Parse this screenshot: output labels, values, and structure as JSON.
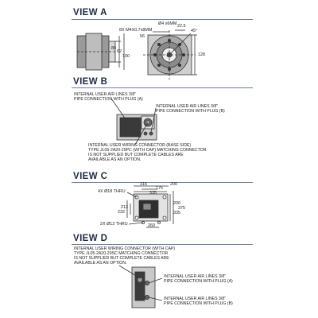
{
  "views": {
    "a": {
      "title": "VIEW A",
      "dims": {
        "bore": "Ø4 x6MM",
        "bolt": "8X M4X0.7x8MM",
        "pcd": "22.5",
        "angle": "45°",
        "d56": "56",
        "h80": "80",
        "h62": "62",
        "h100": "100",
        "h128": "128"
      }
    },
    "b": {
      "title": "VIEW B",
      "note_air_a": "INTERNAL USER AIR LINES 3/8\"\nPIPE CONNECTION WITH PLUG (A)",
      "note_air_b": "INTERNAL USER AIR LINES 3/8\"\nPIPE CONNECTION WITH PLUG (B)",
      "note_wiring": "INTERNAL USER WIRING CONNECTOR (BASE SIDE)\nTYPE JL05-2A20-29PC (WITH CAP) MATCHING CONNECTOR\nIS NOT SUPPLIED BUT COMPLETE CABLES ARE\nAVAILABLE AS AN OPTION."
    },
    "c": {
      "title": "VIEW C",
      "dims": {
        "d316": "316",
        "d200t": "200",
        "d175": "175",
        "d335t": "335",
        "holes18": "4X Ø18 THRU",
        "d212": "212",
        "d232": "232",
        "d200r": "200",
        "d375": "375",
        "d335r": "335",
        "holes12": "2X Ø12 THRU",
        "d260": "260"
      }
    },
    "d": {
      "title": "VIEW D",
      "note_wiring": "INTERNAL USER WIRING CONNECTOR (WITH CAP)\nTYPE JL05-2A20-29SC MATCHING CONNECTOR\nIS NOT SUPPLIED BUT COMPLETE CABLES ARE\nAVAILABLE AS AN OPTION.",
      "note_air_a": "INTERNAL USER AIR LINES 3/8\"\nPIPE CONNECTION WITH PLUG (A)",
      "note_air_b": "INTERNAL USER AIR LINES 3/8\"\nPIPE CONNECTION WITH PLUG (B)"
    }
  }
}
